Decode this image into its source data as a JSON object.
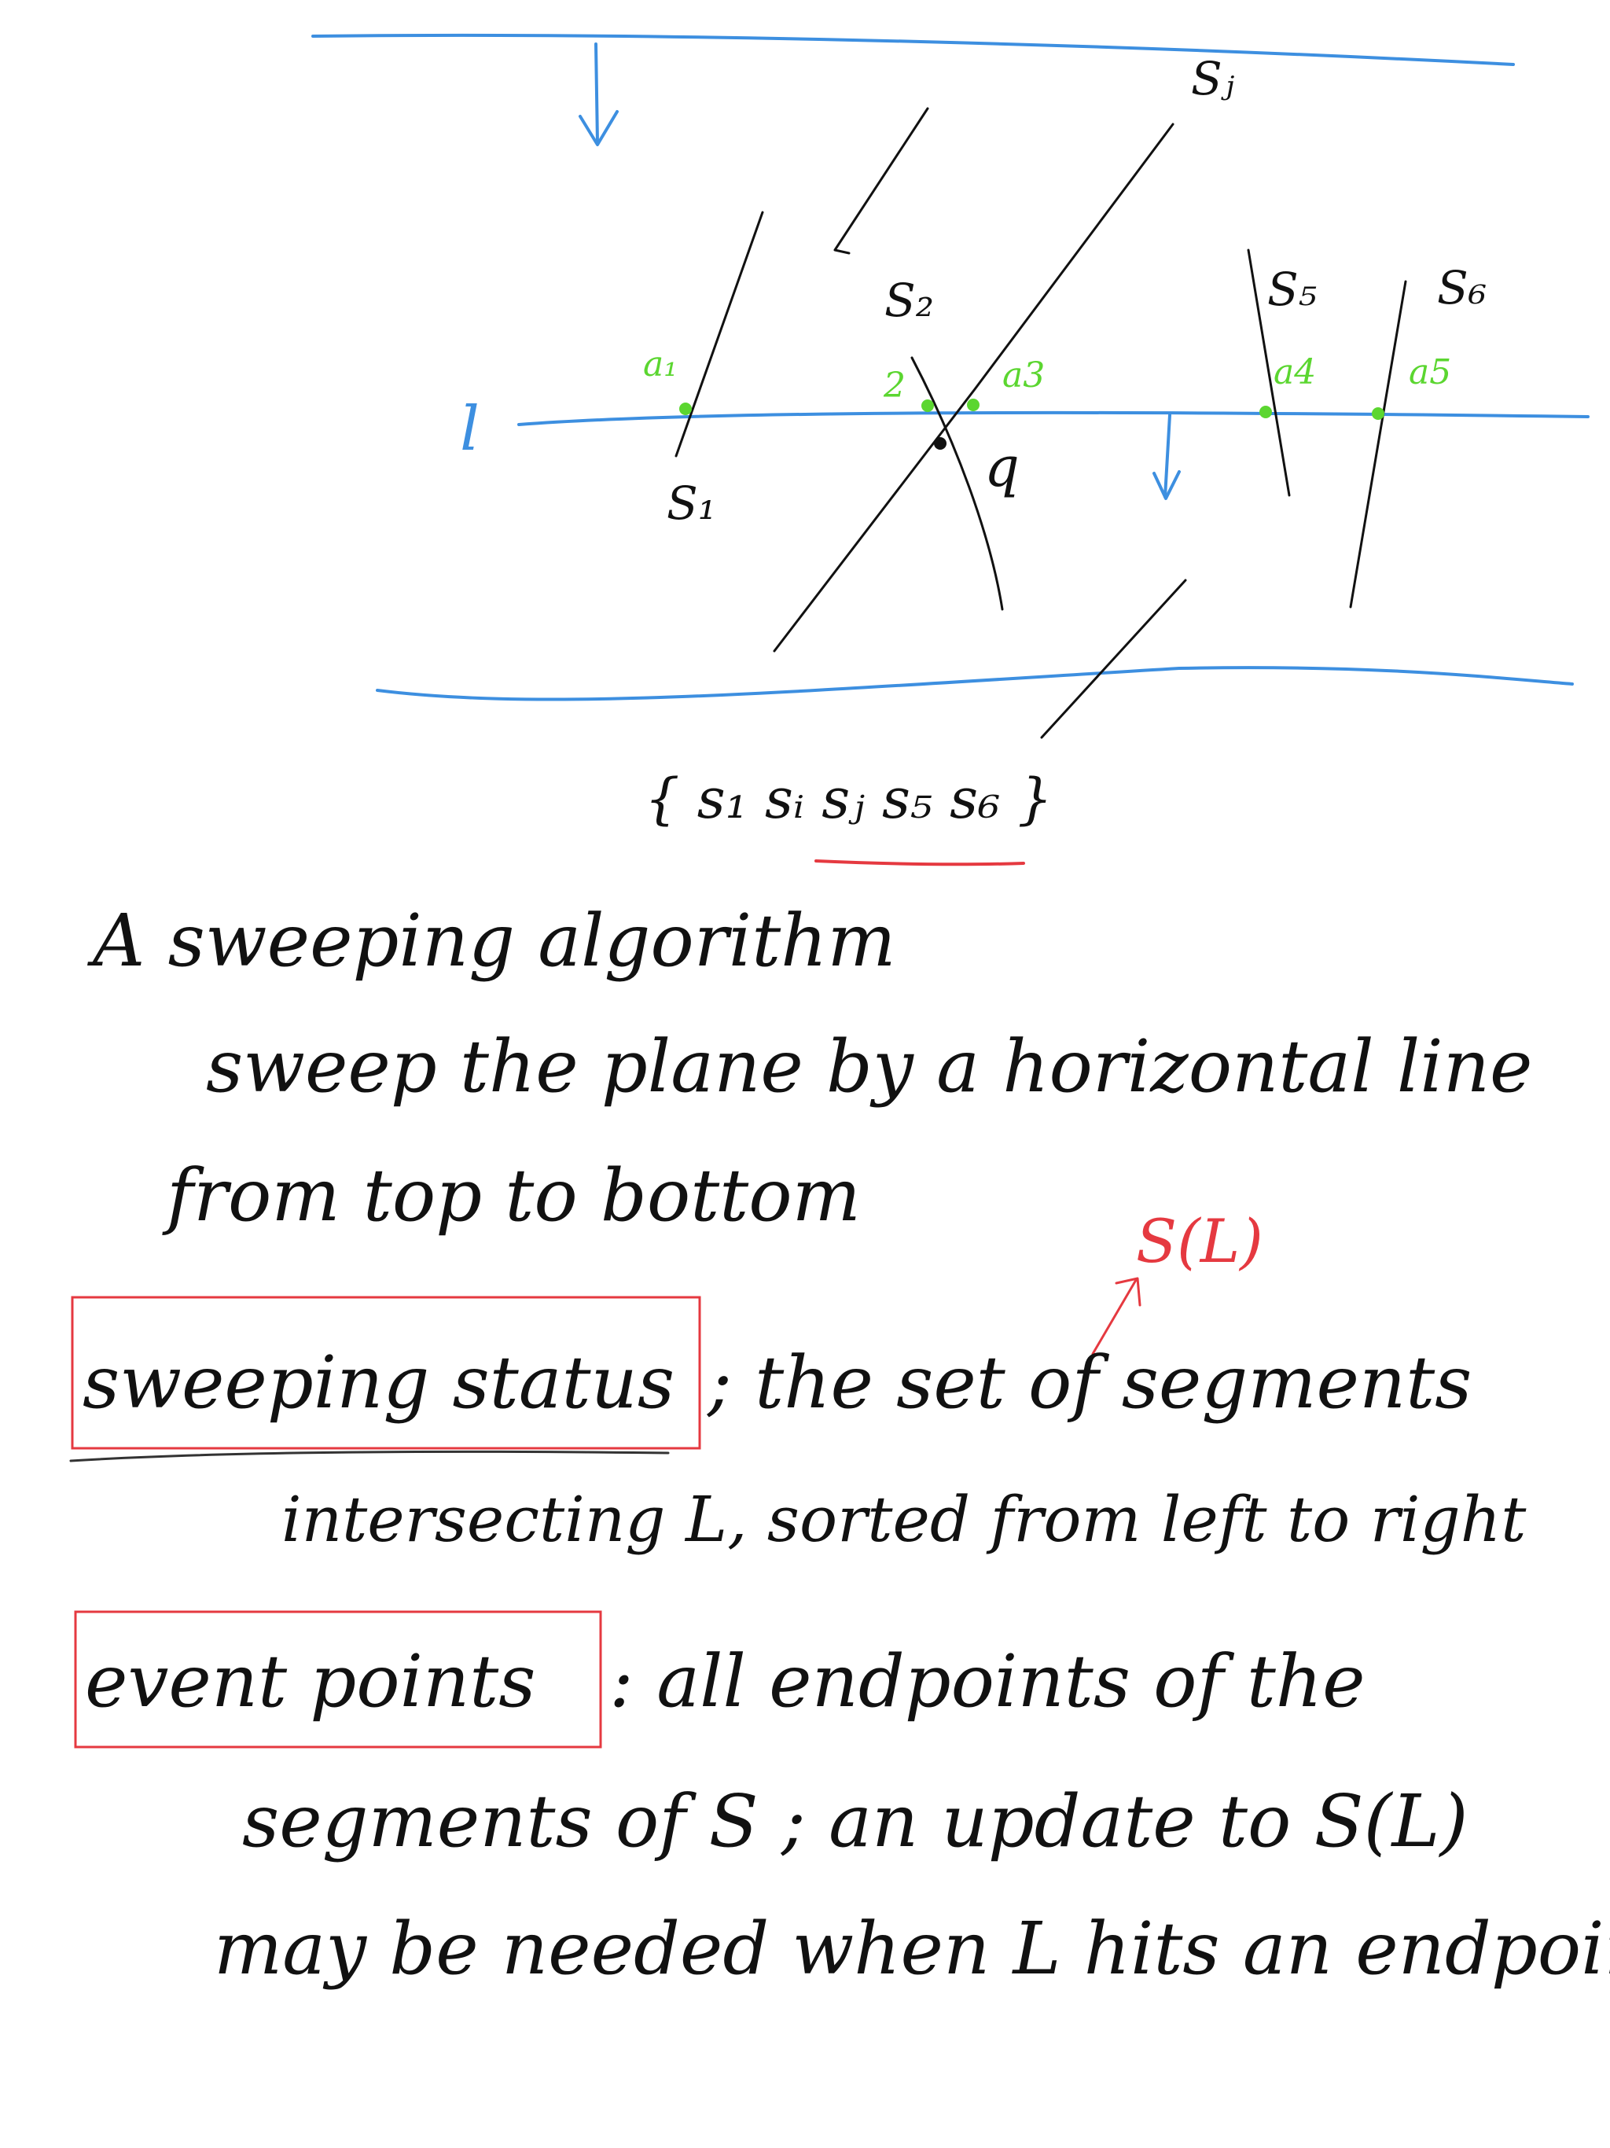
{
  "colors": {
    "ink": "#111111",
    "sweep_line": "#3d8fe0",
    "points": "#5bd630",
    "highlight": "#e53940"
  },
  "diagram": {
    "line_label": "l",
    "segment_labels": {
      "s1": "S₁",
      "s2": "S₂",
      "sj": "Sⱼ",
      "s5": "S₅",
      "s6": "S₆"
    },
    "intersection_labels": {
      "a1": "a₁",
      "a2": "2",
      "a3": "a3",
      "a4": "a4",
      "a5": "a5"
    },
    "crossing_label": "q",
    "status_set": "{ s₁  sᵢ  sⱼ  s₅  s₆ }"
  },
  "notes": {
    "line1": "A sweeping algorithm",
    "line2": "sweep the plane by a horizontal line",
    "line3": "from top to bottom",
    "annotation": "S(L)",
    "line4_boxed": "sweeping status",
    "line4_rest": "; the set of segments",
    "line5": "intersecting L, sorted from left to right",
    "line6_boxed": "event points",
    "line6_rest": ": all endpoints of the",
    "line7": "segments of S  ;  an update to S(L)",
    "line8": "may be needed when L hits an endpoint"
  }
}
